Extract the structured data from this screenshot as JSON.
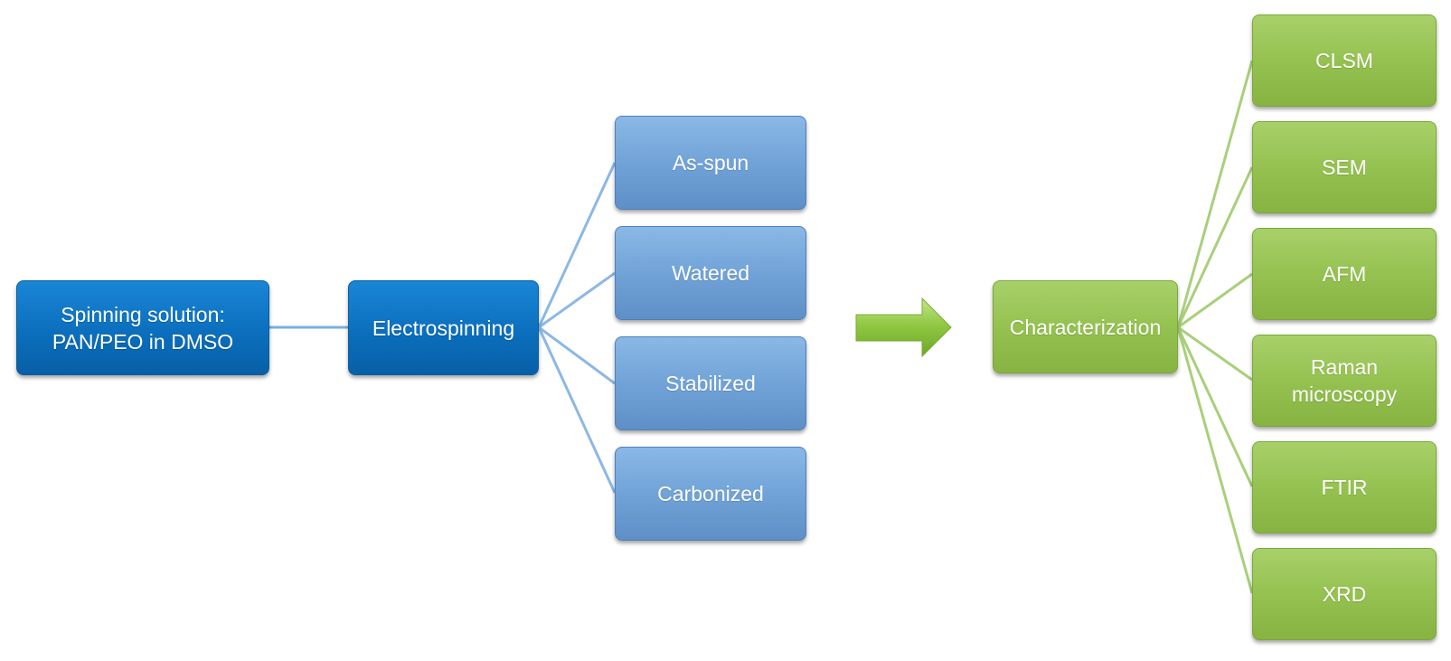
{
  "colors": {
    "dark_blue": "#0b6fbd",
    "light_blue": "#6fa1d6",
    "green": "#93c04e",
    "blue_connector": "#7aaee0",
    "green_connector": "#a8d07a",
    "arrow": "#8cc63f"
  },
  "nodes": {
    "solution": {
      "line1": "Spinning solution:",
      "line2": "PAN/PEO in DMSO"
    },
    "electrospinning": "Electrospinning",
    "samples": [
      "As-spun",
      "Watered",
      "Stabilized",
      "Carbonized"
    ],
    "characterization": "Characterization",
    "methods": [
      {
        "line1": "CLSM",
        "line2": ""
      },
      {
        "line1": "SEM",
        "line2": ""
      },
      {
        "line1": "AFM",
        "line2": ""
      },
      {
        "line1": "Raman",
        "line2": "microscopy"
      },
      {
        "line1": "FTIR",
        "line2": ""
      },
      {
        "line1": "XRD",
        "line2": ""
      }
    ]
  },
  "icons": {
    "flow_arrow": "right-arrow-icon"
  }
}
